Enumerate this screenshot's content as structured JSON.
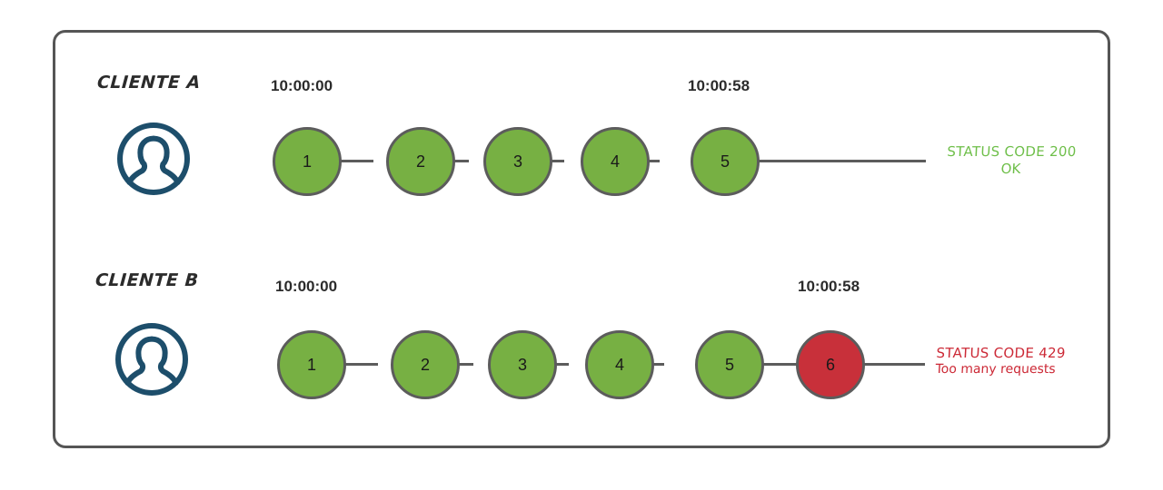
{
  "diagram": {
    "title_present": false,
    "frame": {
      "border_color": "#555555"
    },
    "palette": {
      "node_ok": "#77B043",
      "node_error": "#C8303A",
      "node_stroke": "#5c5c5c",
      "avatar": "#1D4E6B",
      "status_ok_text": "#6FBF4A",
      "status_error_text": "#CC2936",
      "text": "#2b2b2b"
    },
    "rows": [
      {
        "id": "cliente-a",
        "label": "CLIENTE A",
        "avatar_icon": "user-avatar-icon",
        "time_start": "10:00:00",
        "time_end": "10:00:58",
        "nodes": [
          {
            "n": "1",
            "state": "ok"
          },
          {
            "n": "2",
            "state": "ok"
          },
          {
            "n": "3",
            "state": "ok"
          },
          {
            "n": "4",
            "state": "ok"
          },
          {
            "n": "5",
            "state": "ok"
          }
        ],
        "status": {
          "line1": "STATUS CODE 200",
          "line2": "OK",
          "kind": "ok"
        }
      },
      {
        "id": "cliente-b",
        "label": "CLIENTE B",
        "avatar_icon": "user-avatar-icon",
        "time_start": "10:00:00",
        "time_end": "10:00:58",
        "nodes": [
          {
            "n": "1",
            "state": "ok"
          },
          {
            "n": "2",
            "state": "ok"
          },
          {
            "n": "3",
            "state": "ok"
          },
          {
            "n": "4",
            "state": "ok"
          },
          {
            "n": "5",
            "state": "ok"
          },
          {
            "n": "6",
            "state": "error"
          }
        ],
        "status": {
          "line1": "STATUS CODE 429",
          "line2": "Too many requests",
          "kind": "error"
        }
      }
    ]
  }
}
